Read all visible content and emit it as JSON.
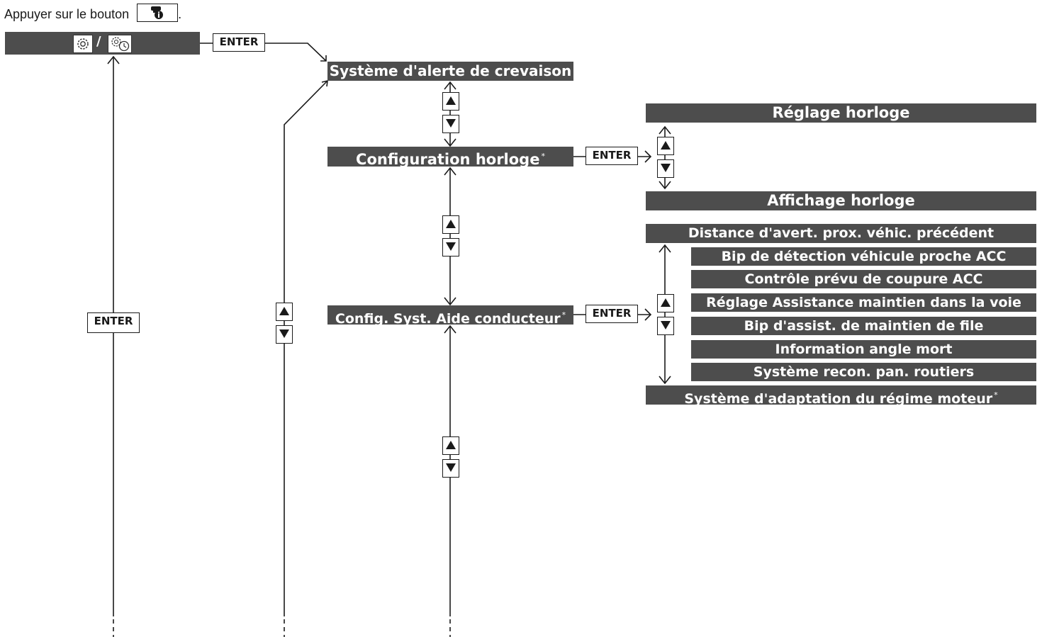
{
  "intro": {
    "text": "Appuyer sur le bouton",
    "suffix": "."
  },
  "root": {
    "separator": "/",
    "icon_left": "settings-gear-icon",
    "icon_right": "settings-clock-icon"
  },
  "enter_label": "ENTER",
  "menu_level1": [
    {
      "label": "Système d'alerte de crevaison",
      "star": ""
    },
    {
      "label": "Configuration horloge",
      "star": "*"
    },
    {
      "label": "Config. Syst. Aide conducteur",
      "star": "*"
    }
  ],
  "clock_submenu": [
    "Réglage horloge",
    "Affichage horloge"
  ],
  "driver_assist_submenu": {
    "top": "Distance d'avert. prox. véhic. précédent",
    "items": [
      "Bip de détection véhicule proche ACC",
      "Contrôle prévu de coupure ACC",
      "Réglage Assistance maintien dans la voie",
      "Bip d'assist. de maintien de file",
      "Information angle mort",
      "Système recon. pan. routiers"
    ],
    "bottom": {
      "label": "Système d'adaptation du régime moteur",
      "star": "*"
    }
  },
  "colors": {
    "bar": "#4d4d4d",
    "bar_text": "#ffffff",
    "line": "#1a1a1a"
  },
  "icons": {
    "up": "up-triangle-icon",
    "down": "down-triangle-icon",
    "phone_button": "phone-info-icon"
  }
}
